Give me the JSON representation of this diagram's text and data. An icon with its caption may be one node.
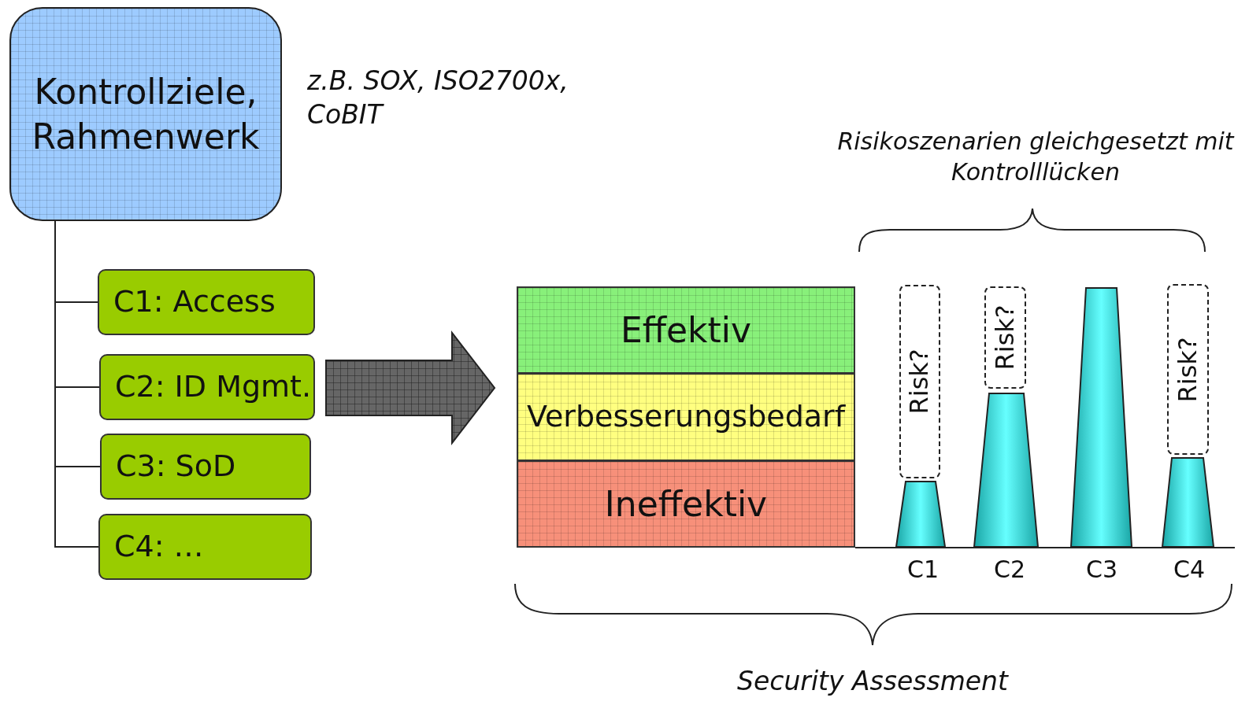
{
  "diagram": {
    "nodes": [
      {
        "text": [
          "Kontrollziele, Rahmenwerk"
        ],
        "beside": [
          "z.B. SOX, ISO2700x, CoBIT"
        ]
      },
      {
        "text": [
          "C1: Access"
        ]
      },
      {
        "text": [
          "C2: ID Mgmt."
        ]
      },
      {
        "text": [
          "C3: SoD"
        ]
      },
      {
        "text": [
          "C4: …"
        ]
      },
      {
        "text": [
          "Effektiv"
        ]
      },
      {
        "text": [
          "Verbesserungsbedarf"
        ]
      },
      {
        "text": [
          "Ineffektiv"
        ]
      },
      {
        "text": [
          "Risk?"
        ]
      },
      {
        "text": [
          "Risk?"
        ]
      },
      {
        "text": [
          "Risk?"
        ]
      }
    ],
    "edges": [
      {
        "from": 0,
        "to": 1,
        "arrow": "none"
      },
      {
        "from": 0,
        "to": 2,
        "arrow": "none"
      },
      {
        "from": 0,
        "to": 3,
        "arrow": "none"
      },
      {
        "from": 0,
        "to": 4,
        "arrow": "none"
      },
      {
        "from": 2,
        "to": 6,
        "arrow": "to",
        "style": "thick"
      }
    ],
    "labels": [
      "Risikoszenarien gleichgesetzt mit Kontrolllücken",
      "C1",
      "C2",
      "C3",
      "C4",
      "Security Assessment"
    ]
  }
}
